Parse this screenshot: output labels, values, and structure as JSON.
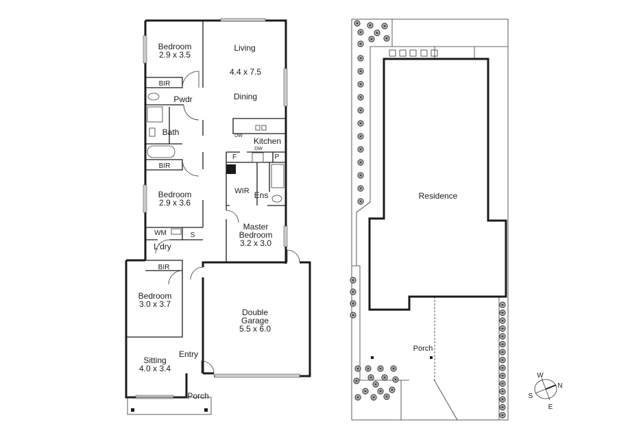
{
  "floor_plan": {
    "rooms": {
      "bedroom1": {
        "name": "Bedroom",
        "size": "2.9 x 3.5"
      },
      "living": {
        "name": "Living",
        "size": "4.4 x 7.5",
        "secondary": "Dining"
      },
      "bir1": "BIR",
      "pwdr": "Pwdr",
      "bath": "Bath",
      "bir2": "BIR",
      "kitchen": "Kitchen",
      "dw1": "DW",
      "dw2": "DW",
      "fridge": "F",
      "pantry": "P",
      "wir": "WIR",
      "ens": "Ens",
      "bedroom2": {
        "name": "Bedroom",
        "size": "2.9 x 3.6"
      },
      "wm": "WM",
      "sink": "S",
      "laundry": "L'dry",
      "master": {
        "name1": "Master",
        "name2": "Bedroom",
        "size": "3.2 x 3.0"
      },
      "bir3": "BIR",
      "bedroom3": {
        "name": "Bedroom",
        "size": "3.0 x 3.7"
      },
      "garage": {
        "name1": "Double",
        "name2": "Garage",
        "size": "5.5 x 6.0"
      },
      "entry": "Entry",
      "sitting": {
        "name": "Sitting",
        "size": "4.0 x 3.4"
      },
      "porch": "Porch"
    }
  },
  "site_plan": {
    "residence": "Residence",
    "porch": "Porch"
  },
  "compass": {
    "w": "W",
    "n": "N",
    "s": "S",
    "e": "E"
  }
}
